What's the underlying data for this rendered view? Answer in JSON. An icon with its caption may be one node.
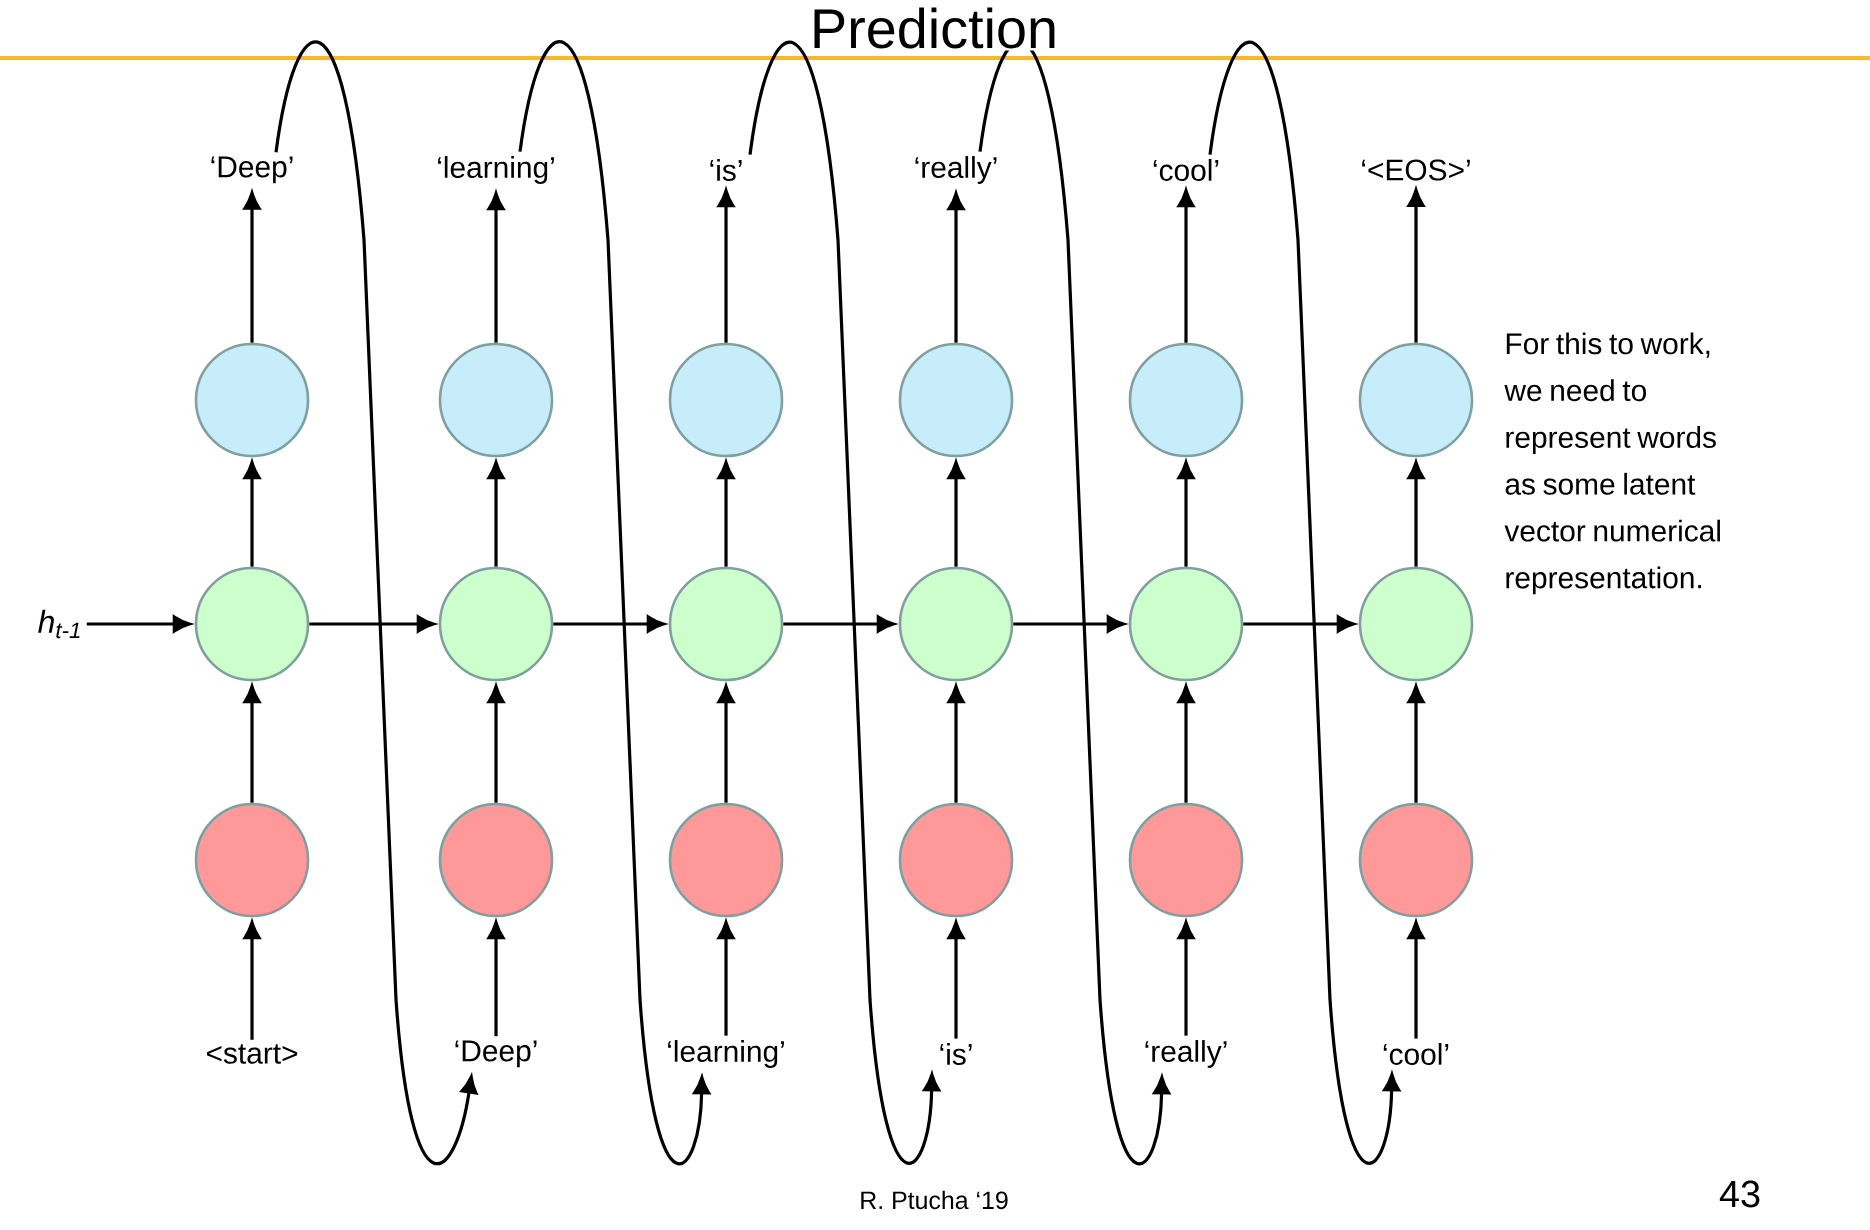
{
  "diagram": {
    "title": "Prediction",
    "nodes": [
      {
        "text": [
          "‘Deep’"
        ]
      },
      {
        "text": [
          "‘learning’"
        ]
      },
      {
        "text": [
          "‘is’"
        ]
      },
      {
        "text": [
          "‘really’"
        ]
      },
      {
        "text": [
          "‘cool’"
        ]
      },
      {
        "text": [
          "‘<EOS>’"
        ]
      },
      {
        "text": [],
        "shape": "circle"
      },
      {
        "text": [],
        "shape": "circle"
      },
      {
        "text": [],
        "shape": "circle"
      },
      {
        "text": [],
        "shape": "circle"
      },
      {
        "text": [],
        "shape": "circle"
      },
      {
        "text": [],
        "shape": "circle"
      },
      {
        "text": [
          "h$_{t-1}$"
        ]
      },
      {
        "text": [],
        "shape": "circle"
      },
      {
        "text": [],
        "shape": "circle"
      },
      {
        "text": [],
        "shape": "circle"
      },
      {
        "text": [],
        "shape": "circle"
      },
      {
        "text": [],
        "shape": "circle"
      },
      {
        "text": [],
        "shape": "circle"
      },
      {
        "text": [],
        "shape": "circle"
      },
      {
        "text": [],
        "shape": "circle"
      },
      {
        "text": [],
        "shape": "circle"
      },
      {
        "text": [],
        "shape": "circle"
      },
      {
        "text": [],
        "shape": "circle"
      },
      {
        "text": [],
        "shape": "circle"
      },
      {
        "text": [
          "<start>"
        ]
      },
      {
        "text": [
          "‘Deep’"
        ]
      },
      {
        "text": [
          "‘learning’"
        ]
      },
      {
        "text": [
          "‘is’"
        ]
      },
      {
        "text": [
          "‘really’"
        ]
      },
      {
        "text": [
          "‘cool’"
        ]
      }
    ],
    "edges": [
      {
        "from": 25,
        "to": 19,
        "arrow": "to"
      },
      {
        "from": 26,
        "to": 20,
        "arrow": "to"
      },
      {
        "from": 27,
        "to": 21,
        "arrow": "to"
      },
      {
        "from": 28,
        "to": 22,
        "arrow": "to"
      },
      {
        "from": 29,
        "to": 23,
        "arrow": "to"
      },
      {
        "from": 30,
        "to": 24,
        "arrow": "to"
      },
      {
        "from": 19,
        "to": 13,
        "arrow": "to"
      },
      {
        "from": 20,
        "to": 14,
        "arrow": "to"
      },
      {
        "from": 21,
        "to": 15,
        "arrow": "to"
      },
      {
        "from": 22,
        "to": 16,
        "arrow": "to"
      },
      {
        "from": 23,
        "to": 17,
        "arrow": "to"
      },
      {
        "from": 24,
        "to": 18,
        "arrow": "to"
      },
      {
        "from": 13,
        "to": 6,
        "arrow": "to"
      },
      {
        "from": 14,
        "to": 7,
        "arrow": "to"
      },
      {
        "from": 15,
        "to": 8,
        "arrow": "to"
      },
      {
        "from": 16,
        "to": 9,
        "arrow": "to"
      },
      {
        "from": 17,
        "to": 10,
        "arrow": "to"
      },
      {
        "from": 18,
        "to": 11,
        "arrow": "to"
      },
      {
        "from": 6,
        "to": 0,
        "arrow": "to"
      },
      {
        "from": 7,
        "to": 1,
        "arrow": "to"
      },
      {
        "from": 8,
        "to": 2,
        "arrow": "to"
      },
      {
        "from": 9,
        "to": 3,
        "arrow": "to"
      },
      {
        "from": 10,
        "to": 4,
        "arrow": "to"
      },
      {
        "from": 11,
        "to": 5,
        "arrow": "to"
      },
      {
        "from": 12,
        "to": 13,
        "arrow": "to"
      },
      {
        "from": 13,
        "to": 14,
        "arrow": "to"
      },
      {
        "from": 14,
        "to": 15,
        "arrow": "to"
      },
      {
        "from": 15,
        "to": 16,
        "arrow": "to"
      },
      {
        "from": 16,
        "to": 17,
        "arrow": "to"
      },
      {
        "from": 17,
        "to": 18,
        "arrow": "to"
      },
      {
        "from": 0,
        "to": 26,
        "arrow": "to"
      },
      {
        "from": 1,
        "to": 27,
        "arrow": "to"
      },
      {
        "from": 2,
        "to": 28,
        "arrow": "to"
      },
      {
        "from": 3,
        "to": 29,
        "arrow": "to"
      },
      {
        "from": 4,
        "to": 30,
        "arrow": "to"
      }
    ],
    "labels": [
      "For this to work, we need to represent words as some latent vector numerical representation.",
      "R. Ptucha ‘19",
      "43"
    ]
  }
}
